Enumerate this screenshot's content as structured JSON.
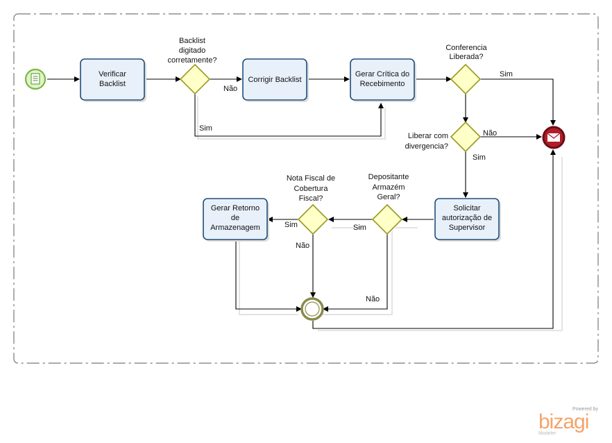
{
  "diagram": {
    "tasks": {
      "verificar": [
        "Verificar",
        "Backlist"
      ],
      "corrigir": [
        "Corrigir Backlist"
      ],
      "gerar_critica": [
        "Gerar Crítica do",
        "Recebimento"
      ],
      "solicitar": [
        "Solicitar",
        "autorização de",
        "Supervisor"
      ],
      "gerar_retorno": [
        "Gerar Retorno",
        "de",
        "Armazenagem"
      ]
    },
    "gateways": {
      "backlist": [
        "Backlist",
        "digitado",
        "corretamente?"
      ],
      "conferencia": [
        "Conferencia",
        "Liberada?"
      ],
      "liberar": [
        "Liberar com",
        "divergencia?"
      ],
      "depositante": [
        "Depositante",
        "Armazém",
        "Geral?"
      ],
      "nota_fiscal": [
        "Nota Fiscal de",
        "Cobertura",
        "Fiscal?"
      ]
    },
    "flow_labels": {
      "backlist_nao": "Não",
      "backlist_sim": "Sim",
      "conferencia_sim": "Sim",
      "liberar_nao": "Não",
      "liberar_sim": "Sim",
      "depositante_sim": "Sim",
      "depositante_nao": "Não",
      "nota_sim": "Sim",
      "nota_nao": "Não"
    }
  },
  "logo": {
    "powered_by": "Powered by",
    "brand": "bizagi",
    "product": "Modeler"
  }
}
